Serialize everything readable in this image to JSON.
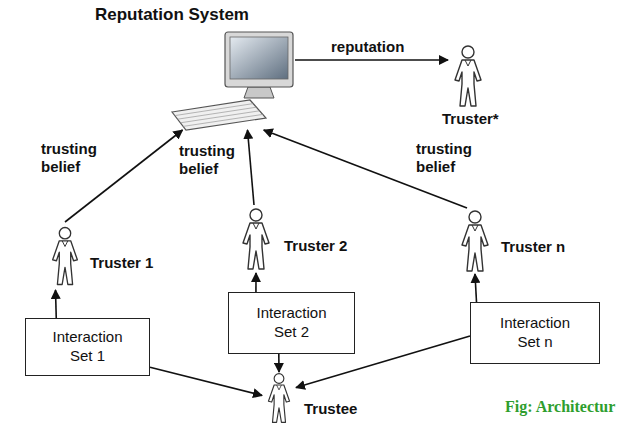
{
  "diagram": {
    "caption": "Fig: Architectur",
    "nodes": [
      {
        "text": [
          "Reputation System"
        ]
      },
      {
        "text": [
          "Truster*"
        ]
      },
      {
        "text": [
          "Truster 1"
        ]
      },
      {
        "text": [
          "Truster 2"
        ]
      },
      {
        "text": [
          "Truster n"
        ]
      },
      {
        "text": [
          "Interaction Set 1"
        ]
      },
      {
        "text": [
          "Interaction Set 2"
        ]
      },
      {
        "text": [
          "Interaction Set n"
        ]
      },
      {
        "text": [
          "Trustee"
        ]
      }
    ],
    "edges": [
      {
        "from": 0,
        "to": 1,
        "label": "reputation",
        "arrow": "to"
      },
      {
        "from": 2,
        "to": 0,
        "label": "trusting belief",
        "arrow": "to"
      },
      {
        "from": 3,
        "to": 0,
        "label": "trusting belief",
        "arrow": "to"
      },
      {
        "from": 4,
        "to": 0,
        "label": "trusting belief",
        "arrow": "to"
      },
      {
        "from": 5,
        "to": 2,
        "arrow": "to"
      },
      {
        "from": 5,
        "to": 8,
        "arrow": "to"
      },
      {
        "from": 6,
        "to": 3,
        "arrow": "to"
      },
      {
        "from": 6,
        "to": 8,
        "arrow": "to"
      },
      {
        "from": 7,
        "to": 4,
        "arrow": "to"
      },
      {
        "from": 7,
        "to": 8,
        "arrow": "to"
      }
    ]
  }
}
